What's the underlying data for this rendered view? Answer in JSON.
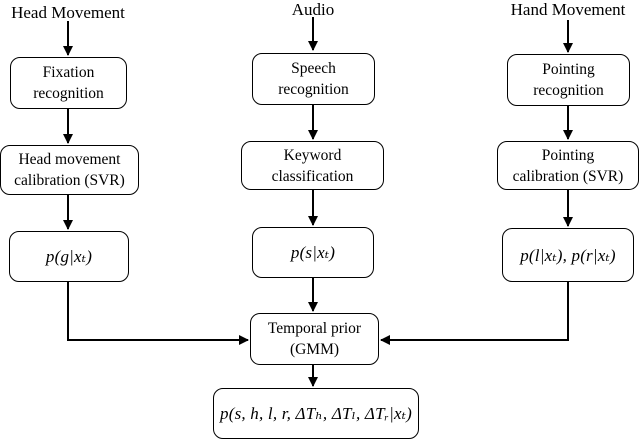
{
  "sources": {
    "head": "Head Movement",
    "audio": "Audio",
    "hand": "Hand Movement"
  },
  "nodes": {
    "fixation": [
      "Fixation",
      "recognition"
    ],
    "speech": [
      "Speech",
      "recognition"
    ],
    "pointing_recognition": [
      "Pointing",
      "recognition"
    ],
    "head_calibration": [
      "Head movement",
      "calibration (SVR)"
    ],
    "keyword": [
      "Keyword",
      "classification"
    ],
    "pointing_calibration": [
      "Pointing",
      "calibration (SVR)"
    ],
    "p_g": "p(g|xₜ)",
    "p_s": "p(s|xₜ)",
    "p_lr": "p(l|xₜ), p(r|xₜ)",
    "temporal_prior": [
      "Temporal prior",
      "(GMM)"
    ],
    "posterior": "p(s, h, l, r, ΔTₕ, ΔTₗ, ΔTᵣ|xₜ)"
  },
  "colors": {
    "stroke": "#000000",
    "background": "#ffffff"
  }
}
